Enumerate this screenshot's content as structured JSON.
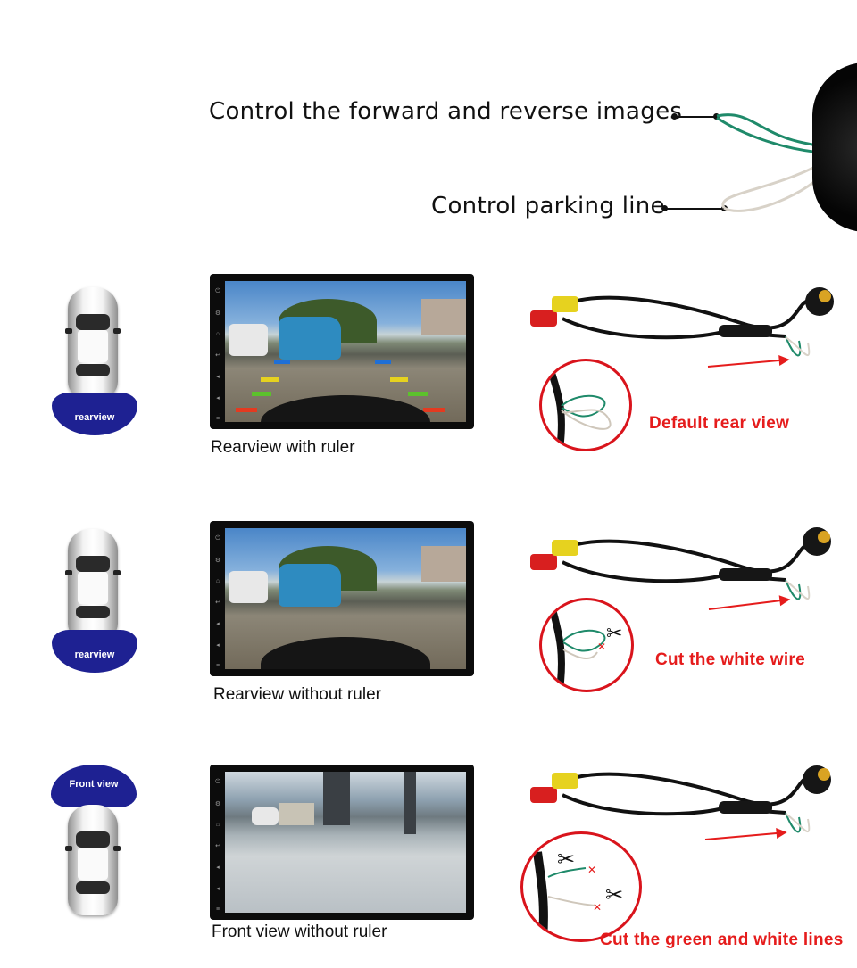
{
  "top": {
    "forward_reverse_label": "Control the forward and reverse images",
    "parking_line_label": "Control parking line"
  },
  "rows": [
    {
      "badge": "rearview",
      "screen_caption": "Rearview with ruler",
      "wiring_caption": "Default rear view",
      "guide_colors": [
        "#1f6fd6",
        "#e6d21f",
        "#5cc12c",
        "#e43a20"
      ]
    },
    {
      "badge": "rearview",
      "screen_caption": "Rearview without ruler",
      "wiring_caption": "Cut the white wire"
    },
    {
      "badge": "Front view",
      "screen_caption": "Front view without ruler",
      "wiring_caption": "Cut the green and white lines"
    }
  ],
  "tablet_icons": [
    "power-icon",
    "settings-icon",
    "home-icon",
    "back-icon",
    "volume-up-icon",
    "volume-down-icon",
    "menu-icon"
  ],
  "colors": {
    "badge_blue": "#1e2192",
    "accent_red": "#e51c1c",
    "wire_green": "#1f8a6a",
    "wire_white": "#d8d2c8"
  }
}
